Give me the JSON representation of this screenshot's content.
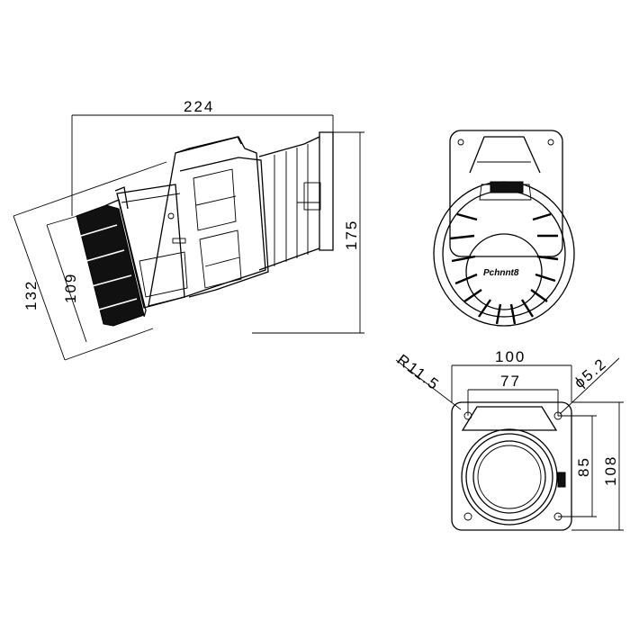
{
  "dimensions": {
    "side_length": "224",
    "side_height": "175",
    "side_diag_outer": "132",
    "side_diag_inner": "109",
    "flange_width": "100",
    "hole_spacing": "77",
    "corner_radius": "R11.5",
    "hole_diameter": "ϕ5.2",
    "flange_height": "108",
    "hole_spacing_vertical": "85"
  },
  "front_view": {
    "brand": "Pchnnt8"
  }
}
